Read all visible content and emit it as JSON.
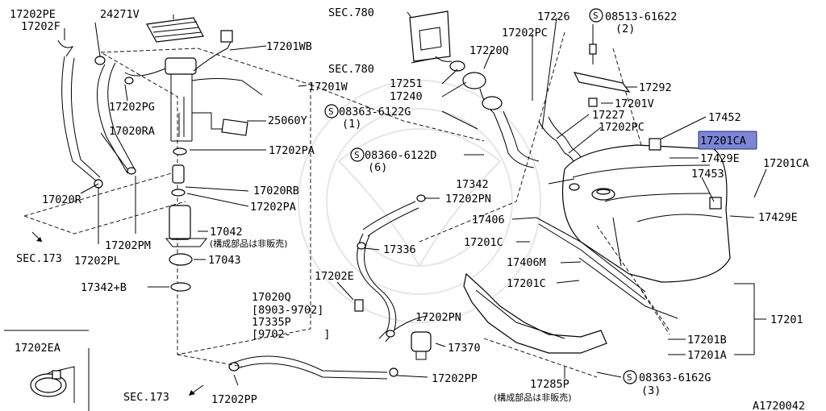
{
  "labels": {
    "p17202pe": "17202PE",
    "p24271v": "24271V",
    "sec780_top": "SEC.780",
    "p17226": "17226",
    "s08513": "08513-61622",
    "q2": "(2)",
    "p17202f": "17202F",
    "p17202pc_top": "17202PC",
    "p17201wb": "17201WB",
    "p17220q": "17220Q",
    "sec780_mid": "SEC.780",
    "p17251": "17251",
    "p17292": "17292",
    "p17201w": "17201W",
    "p17240": "17240",
    "p17201v": "17201V",
    "p17202pg": "17202PG",
    "s08363_g": "08363-6122G",
    "q1": "(1)",
    "p17227": "17227",
    "p17452": "17452",
    "p25060y": "25060Y",
    "p17202pc_mid": "17202PC",
    "p17020ra": "17020RA",
    "p17201ca_hl": "17201CA",
    "p17202pa_a": "17202PA",
    "s08360": "08360-6122D",
    "q6": "(6)",
    "p17429e_a": "17429E",
    "p17201ca": "17201CA",
    "p17453": "17453",
    "p17342": "17342",
    "p17020rb": "17020RB",
    "p17020r": "17020R",
    "p17202pn_a": "17202PN",
    "p17202pa_b": "17202PA",
    "p17429e_b": "17429E",
    "p17406": "17406",
    "p17042": "17042",
    "note_not_sold_a": "(構成部品は非販売)",
    "sec173_left": "SEC.173",
    "p17201c_a": "17201C",
    "p17202pm": "17202PM",
    "p17336": "17336",
    "p17202pl": "17202PL",
    "p17043": "17043",
    "p17406m": "17406M",
    "p17202e": "17202E",
    "p17201c_b": "17201C",
    "p17342b": "17342+B",
    "p17020q": "17020Q",
    "r8903": "[8903-9702]",
    "p17335p": "17335P",
    "r9702": "[9702-     ]",
    "p17202pn_b": "17202PN",
    "p17201": "17201",
    "p17202ea": "17202EA",
    "p17201b": "17201B",
    "p17370": "17370",
    "p17201a": "17201A",
    "sec173_bottom": "SEC.173",
    "p17202pp_a": "17202PP",
    "p17285p": "17285P",
    "s08363_6162g": "08363-6162G",
    "q3": "(3)",
    "p17202pp_b": "17202PP",
    "note_not_sold_b": "(構成部品は非販売)",
    "fig_id": "A1720042",
    "screw_symbol": "S"
  },
  "colors": {
    "highlight_fill": "#7b86d6",
    "highlight_stroke": "#2a2f75",
    "ink": "#000000",
    "watermark": "#e6e6e6"
  }
}
